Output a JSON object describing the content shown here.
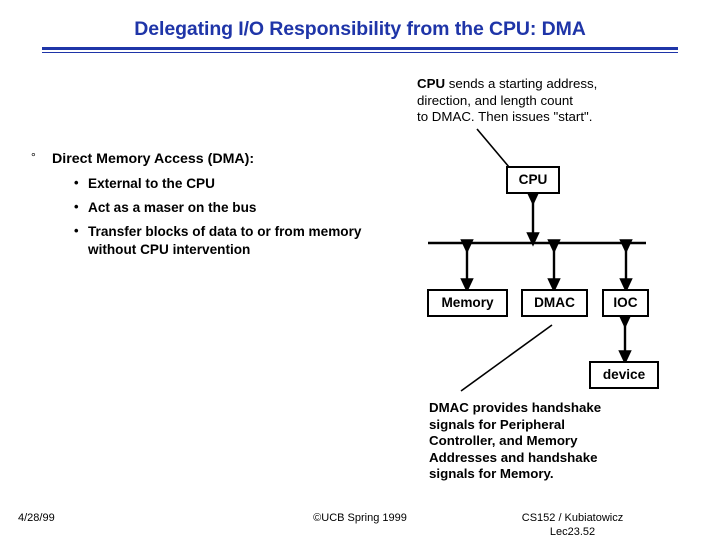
{
  "slide": {
    "title": "Delegating I/O Responsibility from the CPU: DMA",
    "title_color": "#1f35a8"
  },
  "callout_top": {
    "line1_bold": "CPU",
    "line1_rest": " sends a starting address,",
    "line2": "direction,  and length count",
    "line3": "to DMAC.  Then issues \"start\"."
  },
  "bullets": {
    "marker_level1": "°",
    "marker_level2": "•",
    "level1": "Direct Memory Access (DMA):",
    "items": [
      "External to the CPU",
      "Act as a maser on the bus",
      "Transfer blocks of data to or from memory without CPU intervention"
    ]
  },
  "diagram": {
    "nodes": {
      "cpu": "CPU",
      "memory": "Memory",
      "dmac": "DMAC",
      "ioc": "IOC",
      "device": "device"
    }
  },
  "callout_bottom": {
    "line1": "DMAC provides handshake",
    "line2": "signals for Peripheral",
    "line3": "Controller, and Memory",
    "line4": "Addresses and handshake",
    "line5": "signals for Memory."
  },
  "footer": {
    "date": "4/28/99",
    "center": "©UCB Spring 1999",
    "right_line1": "CS152 / Kubiatowicz",
    "right_line2": "Lec23.52"
  }
}
